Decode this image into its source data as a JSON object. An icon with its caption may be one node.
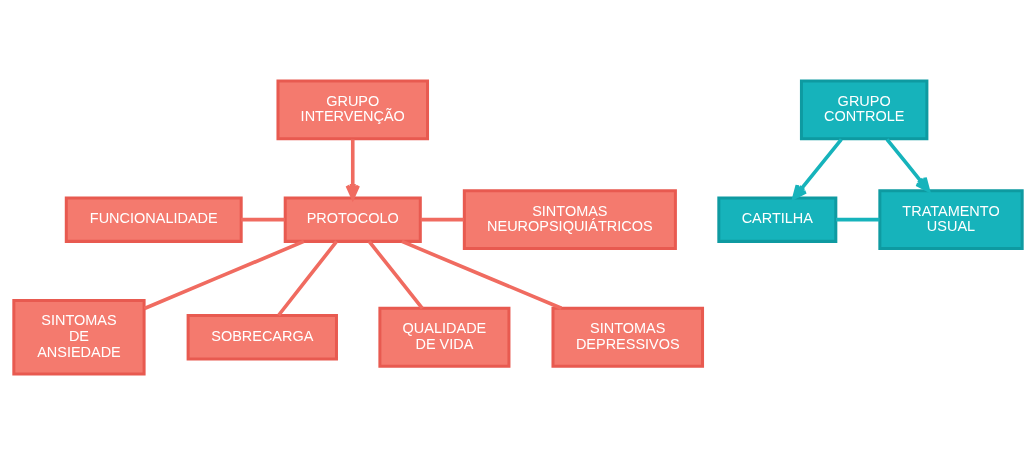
{
  "diagram": {
    "nodes": [
      {
        "text": [
          "GRUPO INTERVENÇÃO"
        ]
      },
      {
        "text": [
          "FUNCIONALIDADE"
        ]
      },
      {
        "text": [
          "PROTOCOLO"
        ]
      },
      {
        "text": [
          "SINTOMAS NEUROPSIQUIÁTRICOS"
        ]
      },
      {
        "text": [
          "SINTOMAS DE ANSIEDADE"
        ]
      },
      {
        "text": [
          "SOBRECARGA"
        ]
      },
      {
        "text": [
          "QUALIDADE DE VIDA"
        ]
      },
      {
        "text": [
          "SINTOMAS DEPRESSIVOS"
        ]
      },
      {
        "text": [
          "GRUPO CONTROLE"
        ]
      },
      {
        "text": [
          "CARTILHA"
        ]
      },
      {
        "text": [
          "TRATAMENTO USUAL"
        ]
      }
    ],
    "edges": [
      {
        "from": 0,
        "to": 2,
        "arrow": "to"
      },
      {
        "from": 2,
        "to": 1,
        "arrow": "none"
      },
      {
        "from": 2,
        "to": 3,
        "arrow": "none"
      },
      {
        "from": 2,
        "to": 4,
        "arrow": "none"
      },
      {
        "from": 2,
        "to": 5,
        "arrow": "none"
      },
      {
        "from": 2,
        "to": 6,
        "arrow": "none"
      },
      {
        "from": 2,
        "to": 7,
        "arrow": "none"
      },
      {
        "from": 8,
        "to": 9,
        "arrow": "to",
        "color": "#16b3bb"
      },
      {
        "from": 8,
        "to": 10,
        "arrow": "to",
        "color": "#16b3bb"
      },
      {
        "from": 9,
        "to": 10,
        "arrow": "none",
        "color": "#16b3bb"
      }
    ]
  }
}
